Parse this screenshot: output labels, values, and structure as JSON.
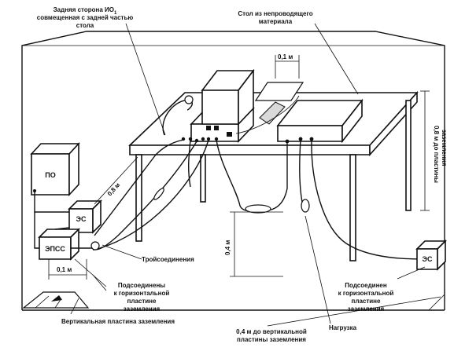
{
  "labels": {
    "back_side_line1": "Задняя сторона ИО",
    "back_side_sub": "1",
    "back_side_line2": "совмещенная с задней частью",
    "back_side_line3": "стола",
    "table_line1": "Стол из непроводящего",
    "table_line2": "материала",
    "dim_01_top": "0,1 м",
    "dim_08_right_1": "0,8 м до пластины",
    "dim_08_right_2": "заземления",
    "dim_08_diag": "0,8 м",
    "dim_04": "0,4 м",
    "dim_01_left": "0,1 м",
    "po": "ПО",
    "es_left": "ЭС",
    "epss": "ЭПСС",
    "es_right": "ЭС",
    "tripleconnector": "Тройсоединения",
    "connected_left_1": "Подсоединены",
    "connected_left_2": "к горизонтальной",
    "connected_left_3": "пластине",
    "connected_left_4": "заземления",
    "connected_right_1": "Подсоединен",
    "connected_right_2": "к горизонтальной",
    "connected_right_3": "пластине",
    "connected_right_4": "заземления",
    "vertical_plate": "Вертикальная пластина заземления",
    "to_vertical_1": "0,4 м до вертикальной",
    "to_vertical_2": "пластины заземления",
    "load": "Нагрузка"
  }
}
